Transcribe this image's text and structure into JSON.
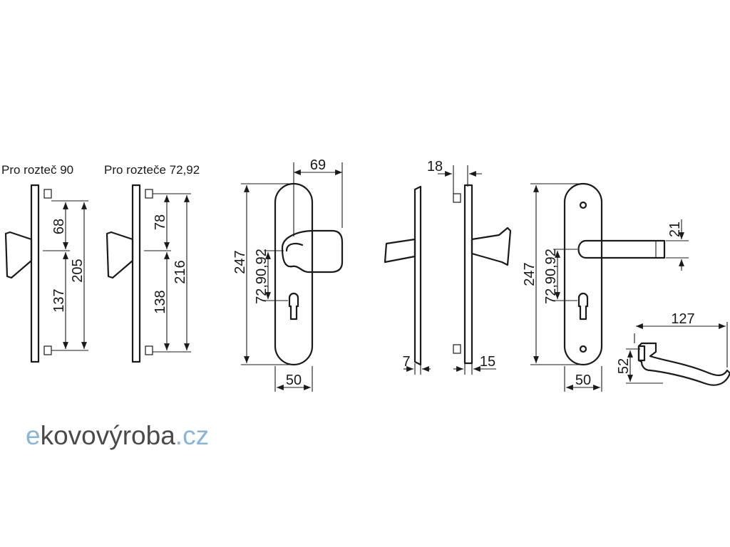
{
  "captions": {
    "pitch_90": "Pro rozteč 90",
    "pitch_72_92": "Pro rozteče 72,92"
  },
  "dimensions": {
    "upper_90": "68",
    "lower_90": "137",
    "total_90": "205",
    "upper_72_92": "78",
    "lower_72_92": "138",
    "total_72_92": "216",
    "knob_width": "69",
    "plate_height_knob": "247",
    "pitch_knob": "72,90,92",
    "plate_width_knob": "50",
    "side_offset": "18",
    "thickness_outer": "7",
    "thickness_inner": "15",
    "plate_height_lever": "247",
    "pitch_lever": "72,90,92",
    "lever_diameter": "21",
    "plate_width_lever": "50",
    "lever_length": "127",
    "lever_height": "52"
  },
  "logo": {
    "prefix": "e",
    "name": "kovovýroba",
    "suffix": ".cz",
    "prefix_color": "#8ab4d6",
    "name_color": "#4a4a4a",
    "suffix_color": "#8ab4d6"
  }
}
